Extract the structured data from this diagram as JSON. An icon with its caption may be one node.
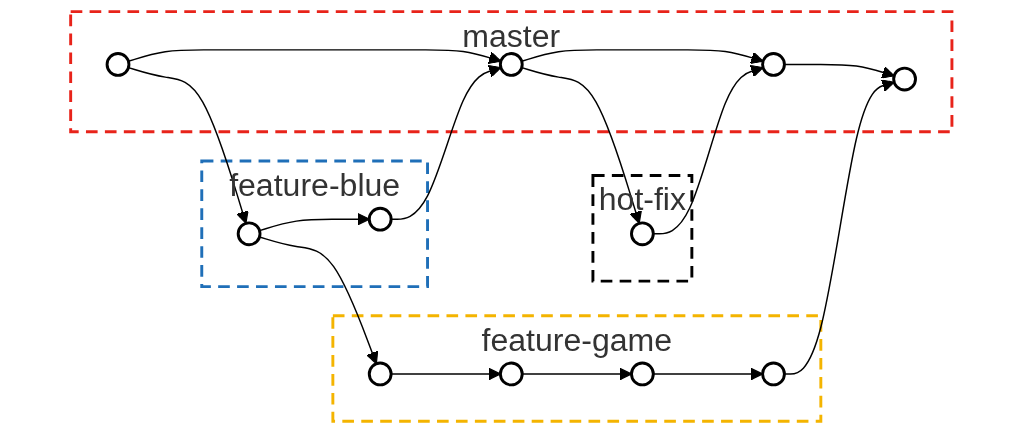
{
  "diagram": {
    "nodes": [
      {
        "text": [
          "hot-fix"
        ]
      },
      {
        "text": [],
        "shape": "circle",
        "in": 0
      },
      {
        "text": [
          "master"
        ]
      },
      {
        "text": [],
        "shape": "circle",
        "in": 2
      },
      {
        "text": [],
        "shape": "circle",
        "in": 2
      },
      {
        "text": [],
        "shape": "circle",
        "in": 2
      },
      {
        "text": [],
        "shape": "circle",
        "in": 2
      },
      {
        "text": [
          "feature-blue"
        ]
      },
      {
        "text": [],
        "shape": "circle",
        "in": 7
      },
      {
        "text": [],
        "shape": "circle",
        "in": 7
      },
      {
        "text": [
          "feature-game"
        ]
      },
      {
        "text": [],
        "shape": "circle",
        "in": 10
      },
      {
        "text": [],
        "shape": "circle",
        "in": 10
      },
      {
        "text": [],
        "shape": "circle",
        "in": 10
      },
      {
        "text": [],
        "shape": "circle",
        "in": 10
      }
    ],
    "edges": [
      {
        "from": 3,
        "to": 4,
        "arrow": "to"
      },
      {
        "from": 4,
        "to": 5,
        "arrow": "to"
      },
      {
        "from": 5,
        "to": 6,
        "arrow": "to"
      },
      {
        "from": 3,
        "to": 8,
        "arrow": "to"
      },
      {
        "from": 8,
        "to": 11,
        "arrow": "to"
      },
      {
        "from": 8,
        "to": 9,
        "arrow": "to"
      },
      {
        "from": 9,
        "to": 4,
        "arrow": "to"
      },
      {
        "from": 4,
        "to": 1,
        "arrow": "to"
      },
      {
        "from": 1,
        "to": 5,
        "arrow": "to"
      },
      {
        "from": 11,
        "to": 12,
        "arrow": "to"
      },
      {
        "from": 12,
        "to": 13,
        "arrow": "to"
      },
      {
        "from": 13,
        "to": 14,
        "arrow": "to"
      },
      {
        "from": 14,
        "to": 6,
        "arrow": "to"
      }
    ]
  }
}
